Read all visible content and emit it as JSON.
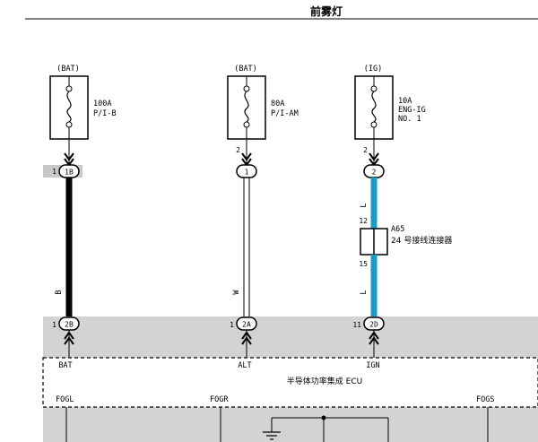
{
  "title": "前雾灯",
  "fuses": [
    {
      "source": "(BAT)",
      "rating": "100A",
      "name": "P/I-B",
      "name2": ""
    },
    {
      "source": "(BAT)",
      "rating": "80A",
      "name": "P/I-AM",
      "name2": ""
    },
    {
      "source": "(IG)",
      "rating": "10A",
      "name": "ENG-IG",
      "name2": "NO. 1"
    }
  ],
  "fuse_out_pins": [
    "",
    "2",
    "2"
  ],
  "top_connectors": [
    {
      "pin": "1",
      "label": "1B"
    },
    {
      "pin": "",
      "label": "1"
    },
    {
      "pin": "",
      "label": "2"
    }
  ],
  "wire_colors": [
    {
      "upper": "",
      "lower": "B"
    },
    {
      "upper": "",
      "lower": "W"
    },
    {
      "upper": "L",
      "lower": "L"
    }
  ],
  "junction": {
    "id": "A65",
    "name": "24 号接线连接器",
    "pin_in": "12",
    "pin_out": "15"
  },
  "ecu_connectors": [
    {
      "pin": "1",
      "label": "2B",
      "terminal": "BAT"
    },
    {
      "pin": "1",
      "label": "2A",
      "terminal": "ALT"
    },
    {
      "pin": "11",
      "label": "2D",
      "terminal": "IGN"
    }
  ],
  "ecu_name": "半导体功率集成 ECU",
  "ecu_outputs": [
    "FOGL",
    "FOGR",
    "FOGS"
  ],
  "colors": {
    "wire_black": "#000000",
    "wire_blue": "#1a9dc4",
    "ecu_fill": "#d3d3d3",
    "conn_highlight": "#c8c8c8"
  }
}
